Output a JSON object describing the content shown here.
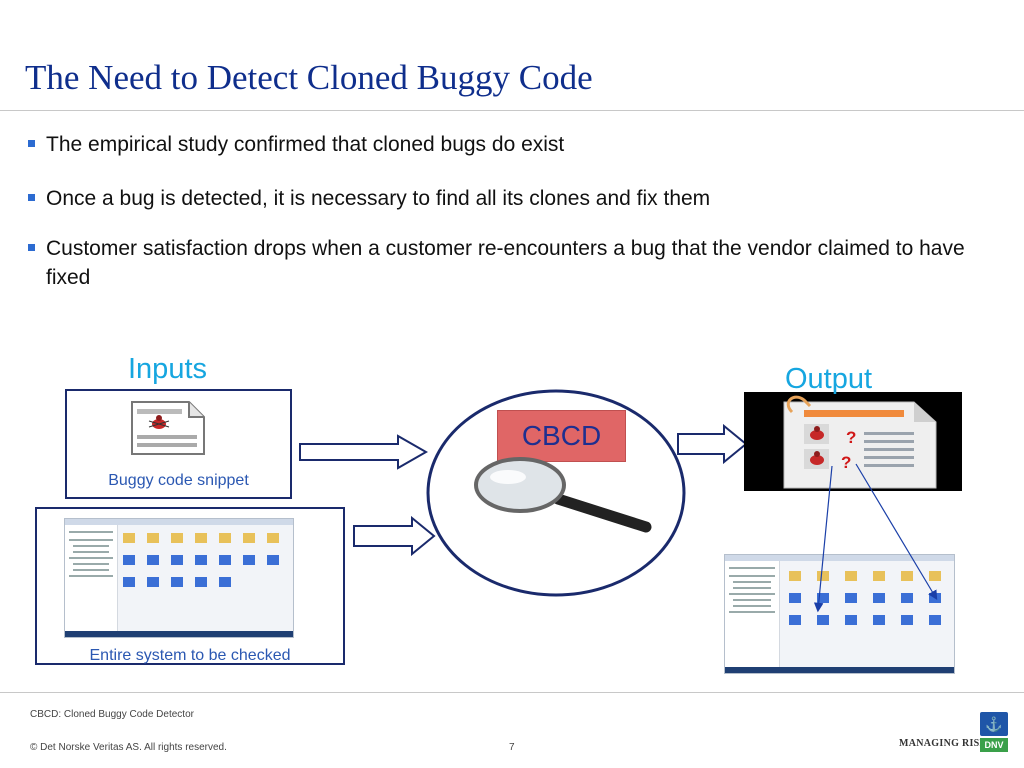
{
  "slide": {
    "title": "The Need to Detect Cloned Buggy Code",
    "bullets": [
      "The empirical study confirmed that cloned bugs do exist",
      "Once a bug is detected, it is necessary to find all its clones and fix them",
      "Customer satisfaction drops when a customer re-encounters a bug that the vendor claimed to have fixed"
    ]
  },
  "diagram": {
    "inputs_label": "Inputs",
    "output_label": "Output",
    "snippet_caption": "Buggy code snippet",
    "system_caption": "Entire system to be checked",
    "center_label": "CBCD",
    "question_mark": "?"
  },
  "footer": {
    "note": "CBCD: Cloned Buggy Code Detector",
    "copyright": "© Det Norske Veritas AS. All rights reserved.",
    "page_number": "7",
    "tagline": "MANAGING RISK",
    "logo_text": "DNV"
  },
  "colors": {
    "title": "#0f2e8c",
    "accent_blue": "#16a6e0",
    "cbcd_box": "#e06666",
    "box_border": "#1a2a6c"
  }
}
